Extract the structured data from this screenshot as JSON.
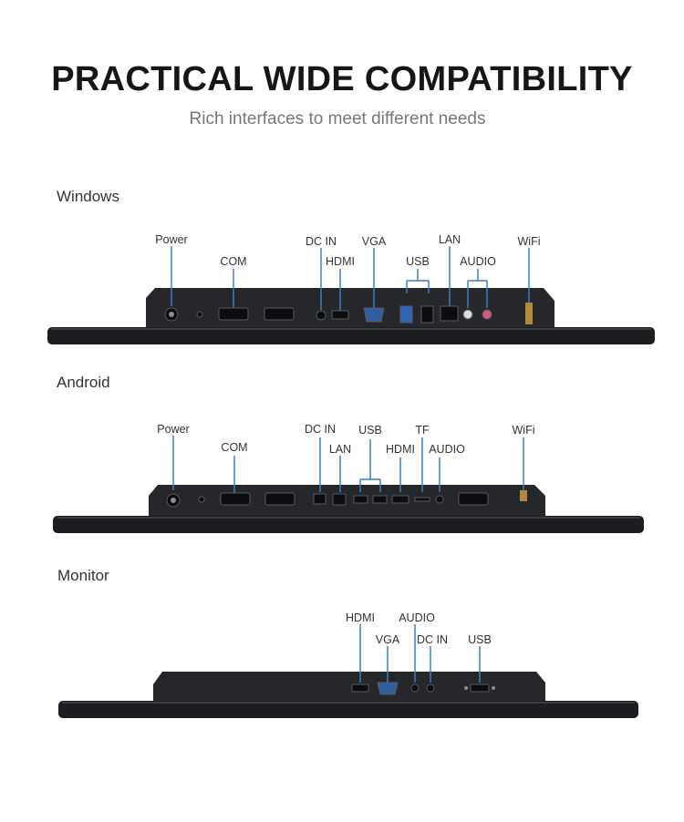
{
  "header": {
    "title": "PRACTICAL WIDE COMPATIBILITY",
    "subtitle": "Rich interfaces to meet different needs"
  },
  "sections": {
    "windows": {
      "label": "Windows",
      "ports": {
        "power": "Power",
        "com": "COM",
        "dc_in": "DC IN",
        "hdmi": "HDMI",
        "vga": "VGA",
        "usb": "USB",
        "lan": "LAN",
        "audio": "AUDIO",
        "wifi": "WiFi"
      }
    },
    "android": {
      "label": "Android",
      "ports": {
        "power": "Power",
        "com": "COM",
        "dc_in": "DC IN",
        "lan": "LAN",
        "usb": "USB",
        "hdmi": "HDMI",
        "tf": "TF",
        "audio": "AUDIO",
        "wifi": "WiFi"
      }
    },
    "monitor": {
      "label": "Monitor",
      "ports": {
        "hdmi": "HDMI",
        "vga": "VGA",
        "audio": "AUDIO",
        "dc_in": "DC IN",
        "usb": "USB"
      }
    }
  },
  "colors": {
    "pointer_line": "#3a7fc8",
    "device_body": "#26272b",
    "background": "#ffffff"
  }
}
